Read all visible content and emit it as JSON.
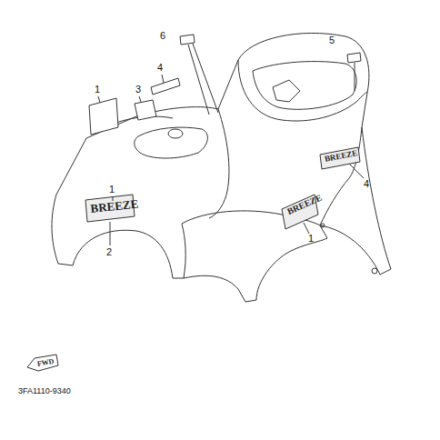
{
  "diagram": {
    "labels": [
      "6",
      "5",
      "4",
      "3",
      "1",
      "1",
      "2",
      "1",
      "4",
      "BREEZE",
      "BREEZE",
      "BREEZE",
      "FWD",
      "3FA1110-9340"
    ]
  }
}
